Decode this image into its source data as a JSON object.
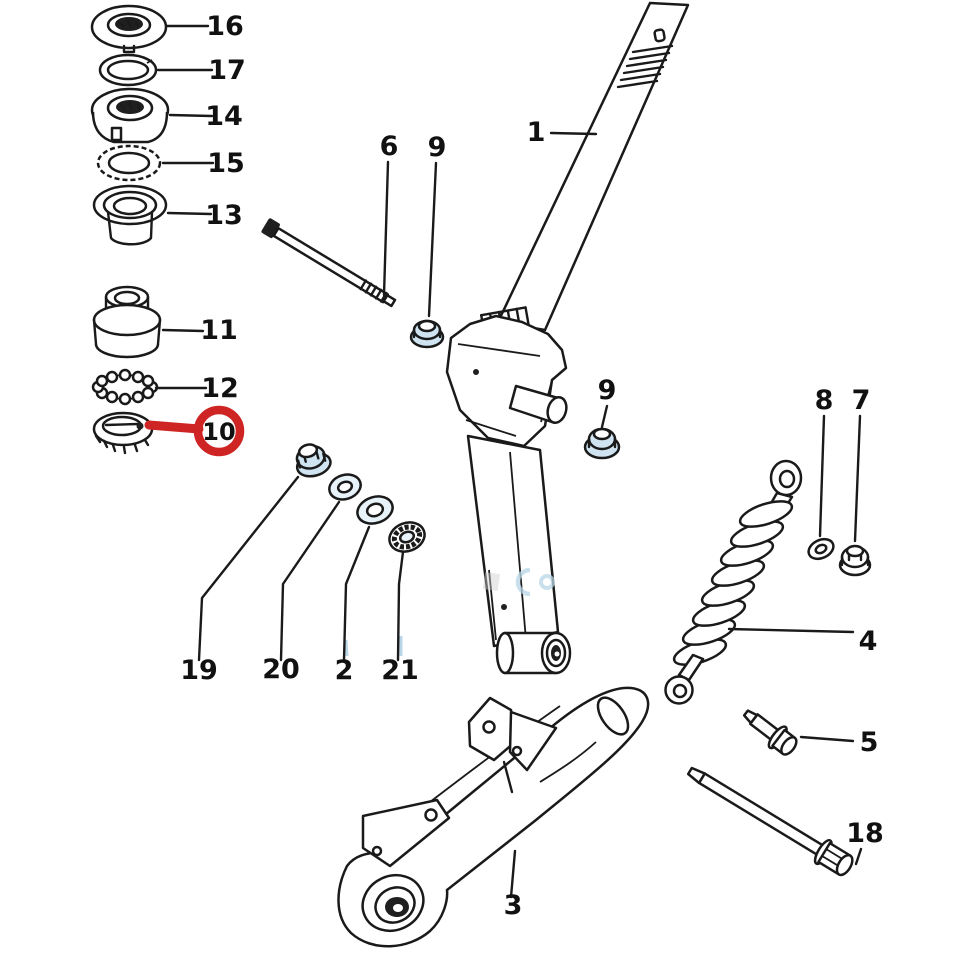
{
  "diagram": {
    "kind": "exploded-parts-diagram",
    "colors": {
      "background": "#ffffff",
      "line": "#1a1a1a",
      "highlight_red": "#cf2424",
      "part_tint_blue": "#cfe4f0"
    },
    "highlight": {
      "part": "10",
      "style": "red-circle-and-leader"
    },
    "parts": [
      {
        "num": "1",
        "name": "fork-steering-column"
      },
      {
        "num": "2",
        "name": "washer-large"
      },
      {
        "num": "3",
        "name": "suspension-arm"
      },
      {
        "num": "4",
        "name": "shock-absorber"
      },
      {
        "num": "5",
        "name": "short-bolt"
      },
      {
        "num": "6",
        "name": "long-rod-bolt"
      },
      {
        "num": "7",
        "name": "nut"
      },
      {
        "num": "8",
        "name": "washer"
      },
      {
        "num": "9",
        "name": "flange-nut-upper"
      },
      {
        "num": "9",
        "name": "flange-nut-lower"
      },
      {
        "num": "10",
        "name": "bearing-race-highlighted"
      },
      {
        "num": "11",
        "name": "bearing-cover-bush"
      },
      {
        "num": "12",
        "name": "ball-bearing-retainer"
      },
      {
        "num": "13",
        "name": "bearing-cup"
      },
      {
        "num": "14",
        "name": "steering-cone-nut"
      },
      {
        "num": "15",
        "name": "bearing-ring"
      },
      {
        "num": "16",
        "name": "steering-top-cap-nut"
      },
      {
        "num": "17",
        "name": "lock-ring"
      },
      {
        "num": "18",
        "name": "pivot-bolt-long"
      },
      {
        "num": "19",
        "name": "flange-nut-small"
      },
      {
        "num": "20",
        "name": "washer-small"
      },
      {
        "num": "21",
        "name": "oil-seal"
      }
    ]
  }
}
